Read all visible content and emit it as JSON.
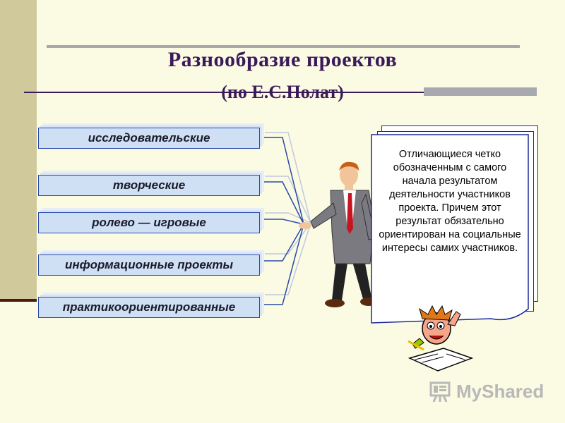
{
  "slide": {
    "title": "Разнообразие проектов",
    "subtitle": "(по Е.С.Полат)"
  },
  "categories": [
    {
      "label": "исследовательские"
    },
    {
      "label": "творческие"
    },
    {
      "label": "ролево — игровые"
    },
    {
      "label": "информационные проекты"
    },
    {
      "label": "практикоориентированные"
    }
  ],
  "note": {
    "text": "Отличающиеся четко обозначенным с самого начала результатом деятельности участников проекта. Причем этот результат обязательно ориентирован на социальные интересы самих участников."
  },
  "watermark": {
    "text": "MyShared"
  },
  "colors": {
    "background": "#fbfbe3",
    "title": "#3b1a5a",
    "button_fill": "#cfe0f4",
    "button_border": "#2a4aa8",
    "connector": "#2a4aa8"
  }
}
